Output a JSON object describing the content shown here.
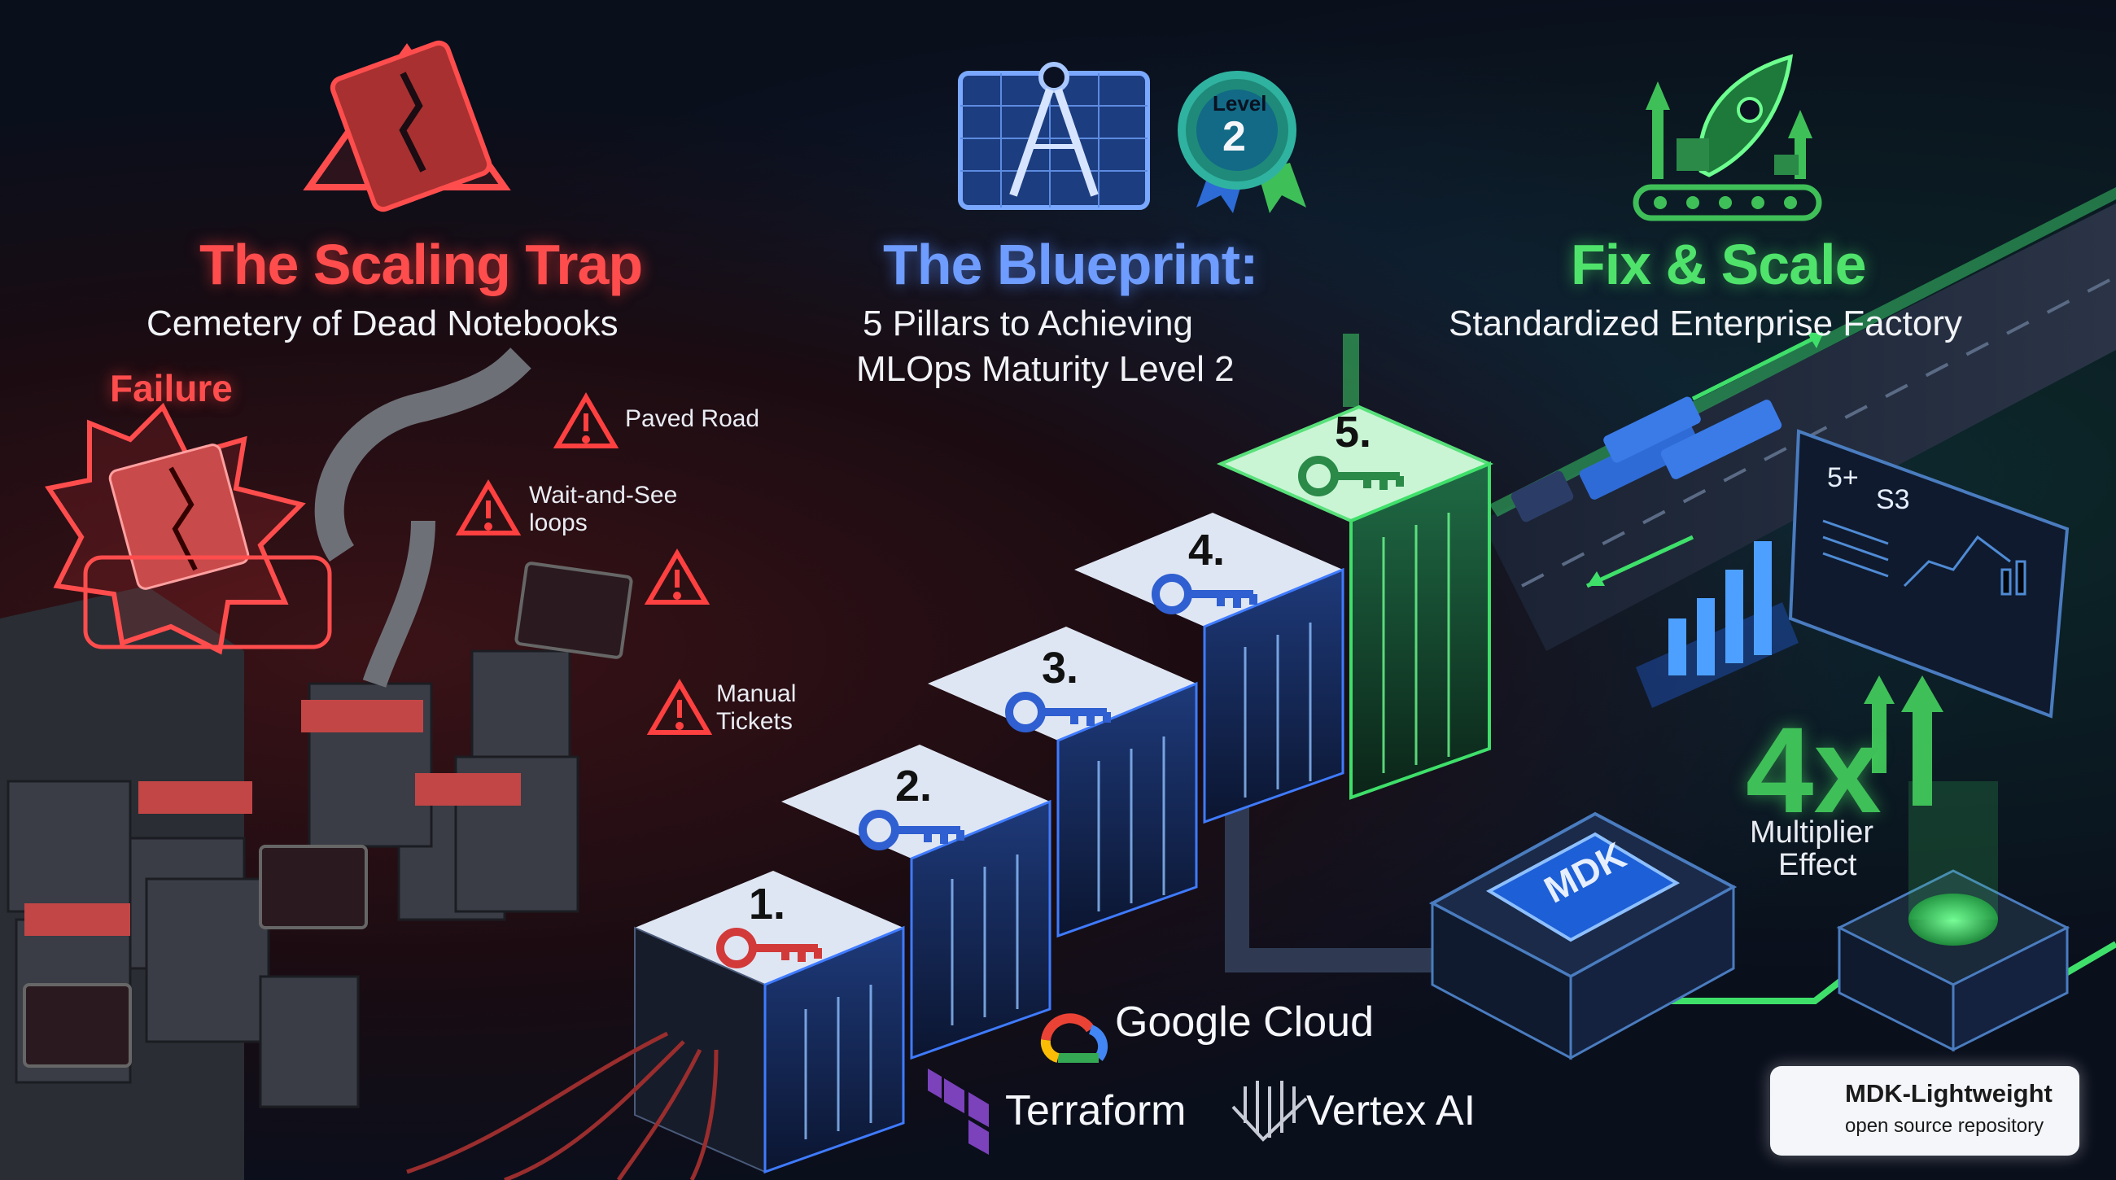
{
  "sections": {
    "left": {
      "title": "The Scaling Trap",
      "subtitle": "Cemetery of Dead Notebooks",
      "failure_label": "Failure"
    },
    "middle": {
      "title": "The Blueprint:",
      "subtitle_line1": "5 Pillars to Achieving",
      "subtitle_line2": "MLOps Maturity Level 2",
      "badge_top": "Level",
      "badge_num": "2"
    },
    "right": {
      "title": "Fix & Scale",
      "subtitle": "Standardized Enterprise Factory"
    }
  },
  "warnings": [
    {
      "label": "Paved Road"
    },
    {
      "line1": "Wait-and-See",
      "line2": "loops"
    },
    {
      "line1": "Manual",
      "line2": "Tickets"
    }
  ],
  "steps": [
    "1.",
    "2.",
    "3.",
    "4.",
    "5."
  ],
  "multiplier": {
    "value": "4x",
    "line1": "Multiplier",
    "line2": "Effect"
  },
  "chip_label": "MDK",
  "dashboard": {
    "label1": "5+",
    "label2": "S3"
  },
  "logos": {
    "google": "Google Cloud",
    "terraform": "Terraform",
    "vertex": "Vertex AI"
  },
  "repo_badge": {
    "title": "MDK-Lightweight",
    "subtitle": "open source repository"
  },
  "colors": {
    "red": "#ff4d4d",
    "blue": "#6e9cff",
    "green": "#4fe36b"
  },
  "icons": [
    "broken-notebook-icon",
    "blueprint-compass-icon",
    "level-badge-icon",
    "rocket-factory-icon",
    "warning-icon",
    "key-icon",
    "github-icon",
    "external-link-icon"
  ]
}
